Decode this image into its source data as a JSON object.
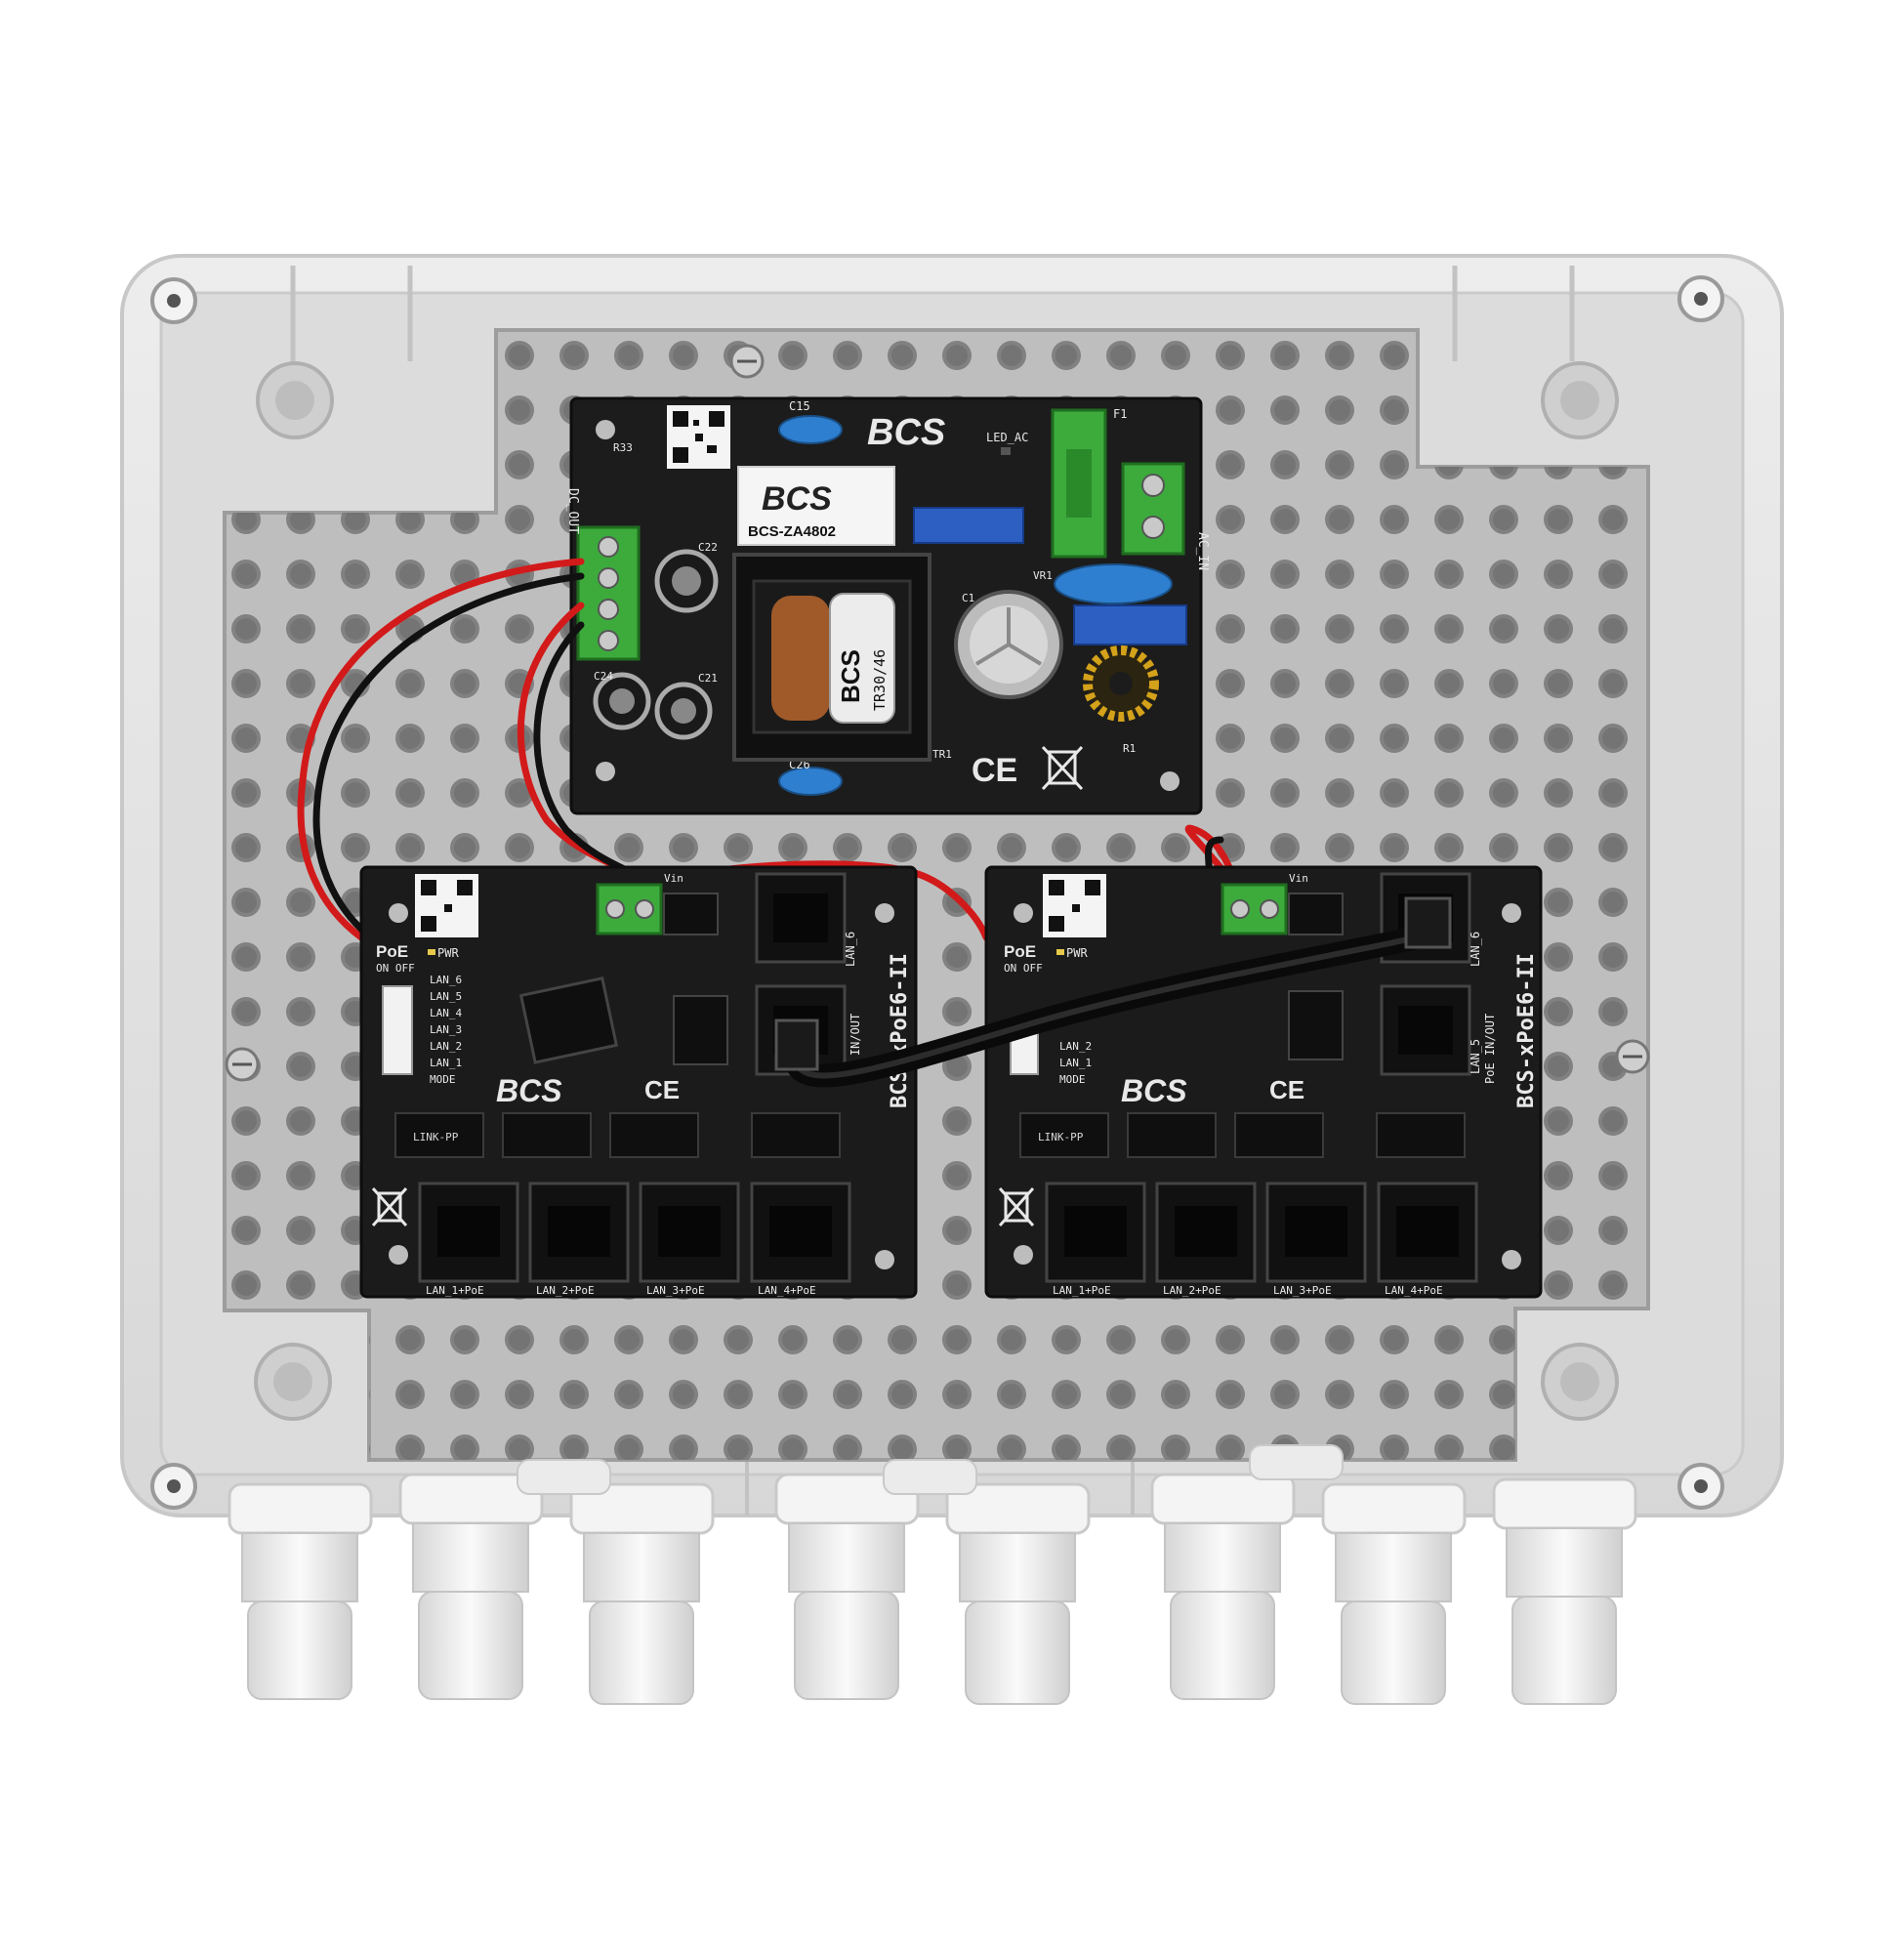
{
  "psu": {
    "brand": "BCS",
    "label_brand": "BCS",
    "model": "BCS-ZA4802",
    "led_ac": "LED_AC",
    "ac_in": "AC_IN",
    "dc_out": "DC_OUT",
    "transformer_text": "TR30/46",
    "transformer_brand": "BCS",
    "fuse": "F1",
    "ce": "CE",
    "cap_c15": "C15",
    "cap_c26": "C26",
    "cap_c22": "C22",
    "cap_c24": "C24",
    "cap_c21": "C21",
    "cap_c1": "C1",
    "ref_tr1": "TR1",
    "ref_vr1": "VR1",
    "ref_r1": "R1",
    "ref_r33": "R33"
  },
  "switch_left": {
    "model": "BCS-xPoE6-II",
    "poe": "PoE",
    "on_off": "ON OFF",
    "pwr": "PWR",
    "vin": "Vin",
    "lan_6": "LAN_6",
    "in_out": "PoE IN/OUT",
    "brand": "BCS",
    "ce": "CE",
    "leds": [
      "LAN_6",
      "LAN_5",
      "LAN_4",
      "LAN_3",
      "LAN_2",
      "LAN_1",
      "MODE"
    ],
    "ports": [
      "LAN_1+PoE",
      "LAN_2+PoE",
      "LAN_3+PoE",
      "LAN_4+PoE"
    ],
    "chip": "LINK-PP"
  },
  "switch_right": {
    "model": "BCS-xPoE6-II",
    "poe": "PoE",
    "on_off": "ON OFF",
    "pwr": "PWR",
    "vin": "Vin",
    "lan_6": "LAN_6",
    "lan_5": "LAN_5",
    "in_out": "PoE IN/OUT",
    "brand": "BCS",
    "ce": "CE",
    "leds": [
      "LAN_2",
      "LAN_1",
      "MODE"
    ],
    "ports": [
      "LAN_1+PoE",
      "LAN_2+PoE",
      "LAN_3+PoE",
      "LAN_4+PoE"
    ],
    "chip": "LINK-PP"
  },
  "colors": {
    "enclosure": "#e3e3e3",
    "mounting_plate": "#bdbdbd",
    "pcb": "#1b1b1b",
    "terminal_green": "#3cab3c",
    "wire_red": "#d21a1a",
    "wire_black": "#111111",
    "capacitor_blue": "#2f7fd0",
    "silkscreen": "#e8e8e8",
    "gland": "#f1f1f1"
  }
}
